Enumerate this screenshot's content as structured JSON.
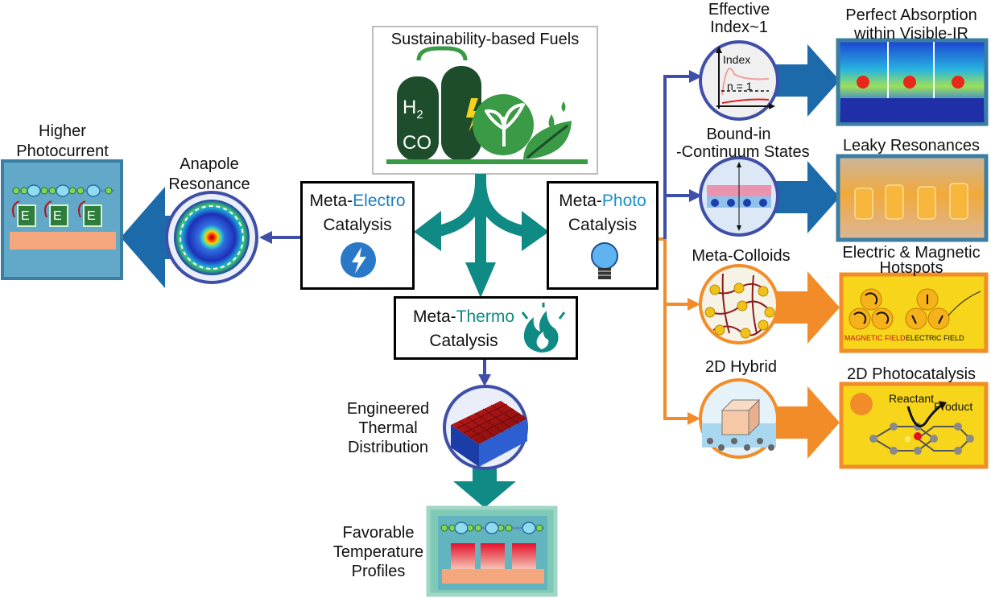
{
  "colors": {
    "teal": "#0f8a84",
    "blue_arrow": "#3f4fa8",
    "orange": "#f28c28",
    "dark_green": "#1d4d2b",
    "green": "#3a9a45",
    "electro_text": "#1a7fc1",
    "thermo_text": "#0f8a84",
    "photo_text": "#1a8fd0"
  },
  "top": {
    "title": "Sustainability-based Fuels",
    "h2": "H",
    "h2_sub": "2",
    "co": "CO"
  },
  "electro": {
    "line1_a": "Meta-",
    "line1_b": "Electro",
    "line2": "Catalysis",
    "icon": "lightning-icon"
  },
  "photo": {
    "line1_a": "Meta-",
    "line1_b": "Photo",
    "line2": "Catalysis",
    "icon": "lightbulb-icon"
  },
  "thermo": {
    "line1_a": "Meta-",
    "line1_b": "Thermo",
    "line2": "Catalysis",
    "icon": "flame-icon"
  },
  "left": {
    "anapole_l1": "Anapole",
    "anapole_l2": "Resonance",
    "photocurrent_l1": "Higher",
    "photocurrent_l2": "Photocurrent",
    "e_label": "E"
  },
  "bottom": {
    "thermal_l1": "Engineered",
    "thermal_l2": "Thermal",
    "thermal_l3": "Distribution",
    "temp_l1": "Favorable",
    "temp_l2": "Temperature",
    "temp_l3": "Profiles"
  },
  "right": {
    "eff_l1": "Effective",
    "eff_l2": "Index~1",
    "index_label": "Index",
    "n_label": "n = 1",
    "perfect_l1": "Perfect Absorption",
    "perfect_l2": "within Visible-IR",
    "bic_l1": "Bound-in",
    "bic_l2": "-Continuum States",
    "leaky": "Leaky Resonances",
    "colloids": "Meta-Colloids",
    "hotspots_l1": "Electric & Magnetic",
    "hotspots_l2": "Hotspots",
    "magnetic_field": "MAGNETIC FIELD",
    "electric_field": "ELECTRIC FIELD",
    "hybrid": "2D Hybrid",
    "photocat2d": "2D Photocatalysis",
    "reactant": "Reactant",
    "product": "Product",
    "electron": "e"
  }
}
